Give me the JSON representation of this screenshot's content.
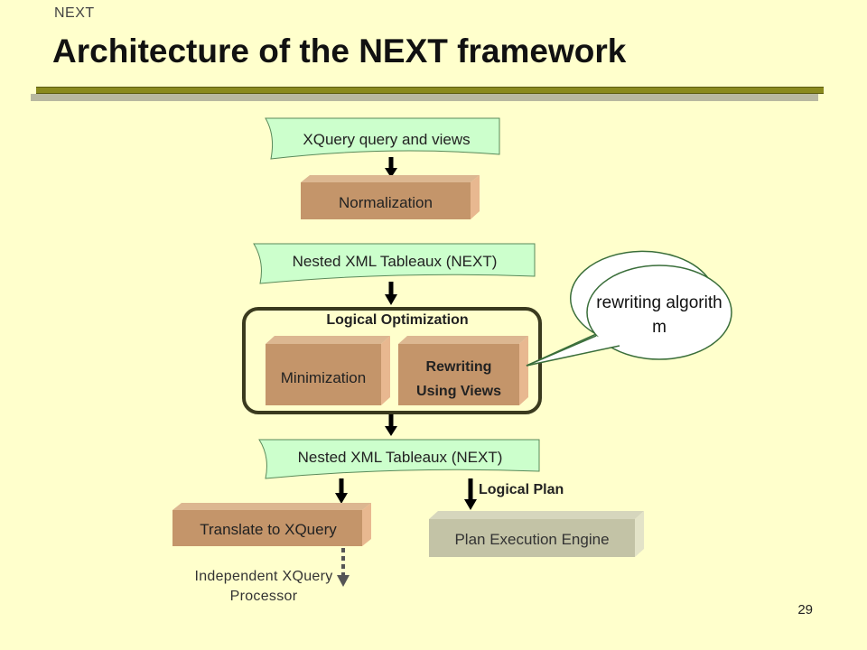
{
  "slide": {
    "section": "NEXT",
    "title": "Architecture of the NEXT framework",
    "page_number": "29"
  },
  "diagram": {
    "input_doc": "XQuery query and views",
    "normalization": "Normalization",
    "next_doc_1": "Nested XML Tableaux (NEXT)",
    "group_label": "Logical Optimization",
    "minimization": "Minimization",
    "rewriting_line1": "Rewriting",
    "rewriting_line2": "Using Views",
    "callout": "rewriting algorith m",
    "next_doc_2": "Nested XML Tableaux (NEXT)",
    "logical_plan_label": "Logical Plan",
    "translate": "Translate to XQuery",
    "plan_engine": "Plan Execution Engine",
    "independent_processor": "Independent XQuery Processor"
  },
  "colors": {
    "background": "#ffffcc",
    "document_fill": "#ccffcc",
    "process_front": "#c4956a",
    "process_top": "#dcb791",
    "process_side": "#e8b890",
    "engine_front": "#c3c3a6",
    "group_border": "#3a3a1e",
    "title_rule": "#8a8a1e"
  }
}
